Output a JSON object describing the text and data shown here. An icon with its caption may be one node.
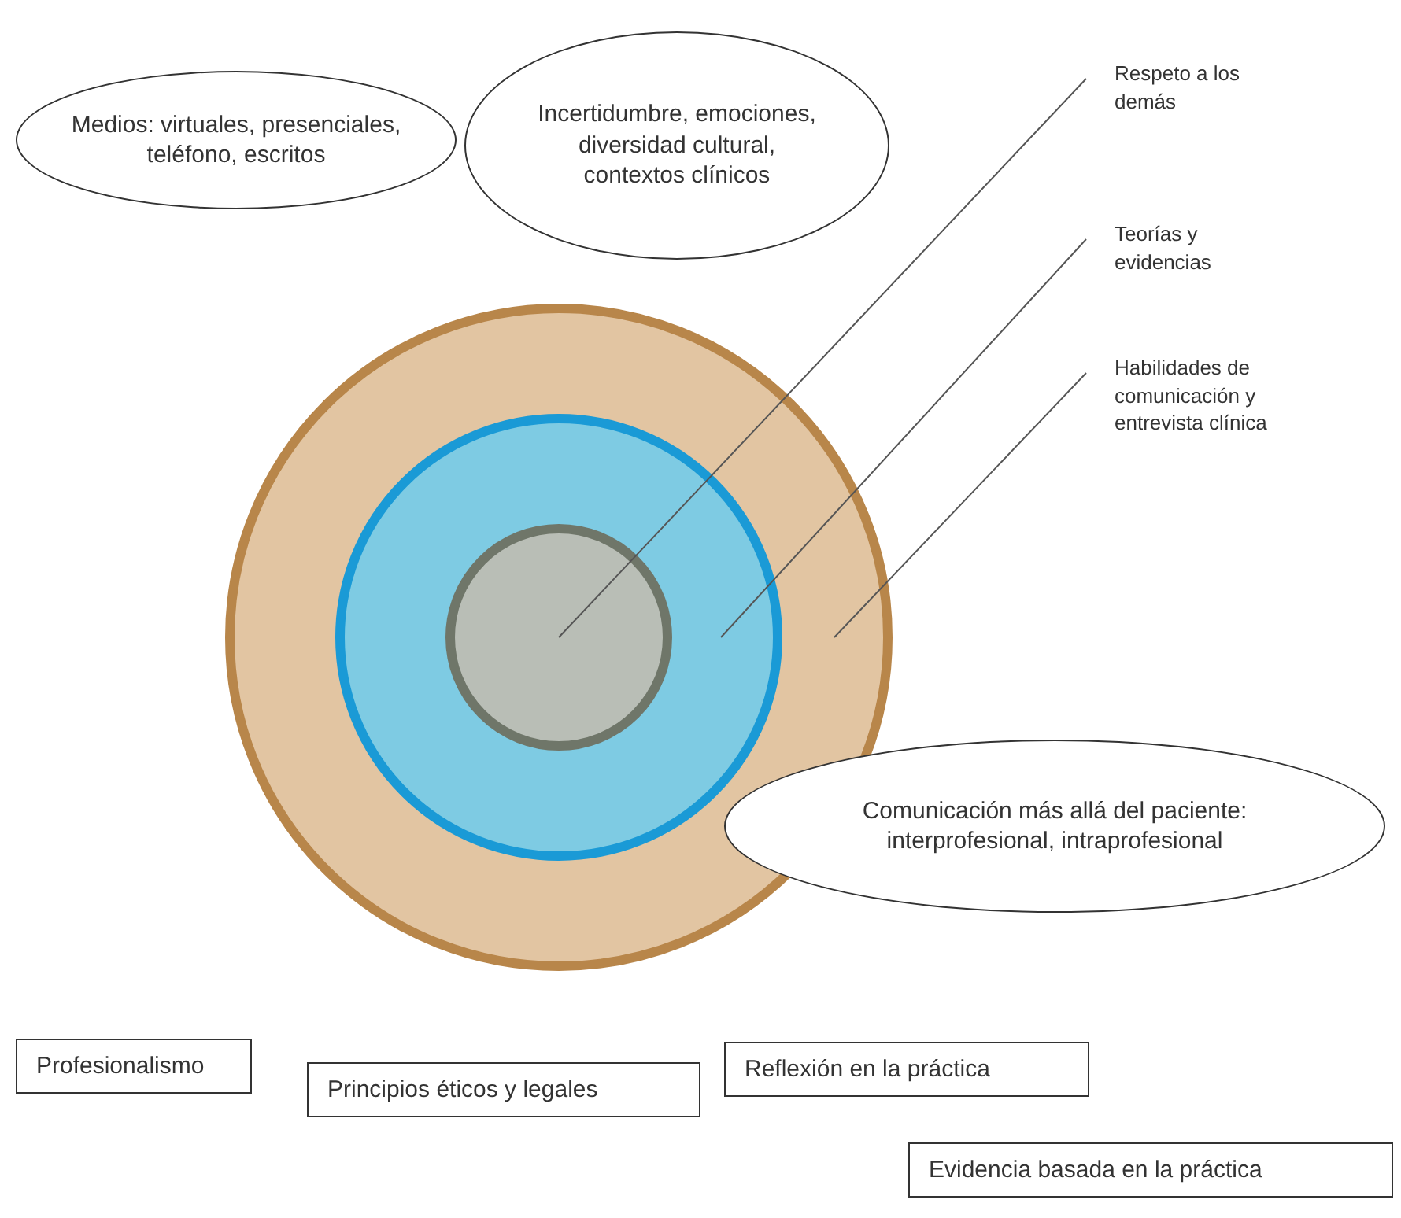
{
  "diagram": {
    "nodes": [
      {
        "text": [
          "Medios: virtuales, presenciales, teléfono, escritos"
        ]
      },
      {
        "text": [
          "Incertidumbre, emociones, diversidad cultural, contextos clínicos"
        ]
      },
      {
        "text": [
          "Respeto a los demás"
        ]
      },
      {
        "text": [
          "Teorías y evidencias"
        ]
      },
      {
        "text": [
          "Habilidades de comunicación y entrevista clínica"
        ]
      },
      {
        "text": [],
        "shape": "circle"
      },
      {
        "text": [],
        "shape": "circle",
        "in": 5
      },
      {
        "text": [],
        "shape": "circle",
        "in": 6
      },
      {
        "text": [
          "Comunicación más allá del paciente: interprofesional, intraprofesional"
        ]
      },
      {
        "text": [
          "Profesionalismo"
        ]
      },
      {
        "text": [
          "Principios éticos y legales"
        ]
      },
      {
        "text": [
          "Reflexión en la práctica"
        ]
      },
      {
        "text": [
          "Evidencia basada en la práctica"
        ]
      }
    ],
    "edges": [
      {
        "from": 2,
        "to": 7,
        "arrow": "none"
      },
      {
        "from": 3,
        "to": 6,
        "arrow": "none"
      },
      {
        "from": 4,
        "to": 5,
        "arrow": "none"
      }
    ]
  }
}
